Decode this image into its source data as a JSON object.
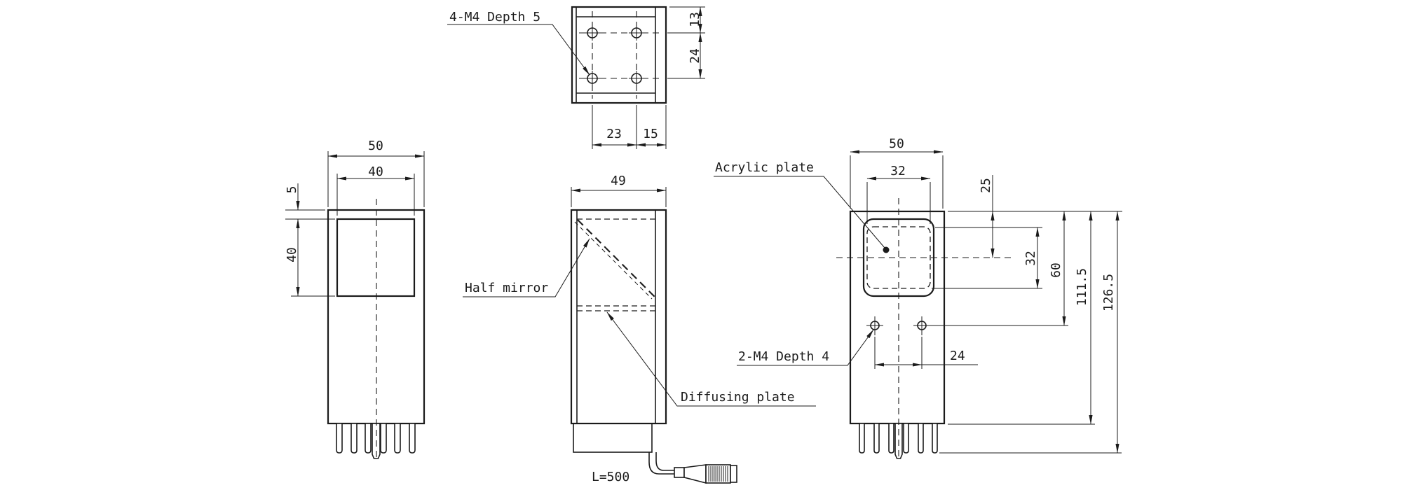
{
  "drawing": {
    "colors": {
      "line": "#1b1b1b",
      "background": "#ffffff"
    },
    "callouts": {
      "screw_holes_top": "4-M4 Depth 5",
      "half_mirror": "Half mirror",
      "diffusing_plate": "Diffusing plate",
      "acrylic_plate": "Acrylic plate",
      "screw_holes_front": "2-M4 Depth 4",
      "cable_length": "L=500"
    },
    "dimensions": {
      "top_view": {
        "hole_offset_top": "13",
        "hole_pitch_vertical": "24",
        "hole_pitch_horizontal": "23",
        "hole_edge_offset": "15"
      },
      "front_view": {
        "body_width": "50",
        "window_width": "40",
        "window_top_offset": "5",
        "window_height": "40"
      },
      "side_view": {
        "body_depth": "49"
      },
      "rear_view": {
        "body_width": "50",
        "opening_width": "32",
        "center_offset_top": "25",
        "opening_height": "32",
        "hole_offset_top": "60",
        "body_height": "111.5",
        "total_height": "126.5",
        "hole_pitch": "24"
      }
    }
  }
}
